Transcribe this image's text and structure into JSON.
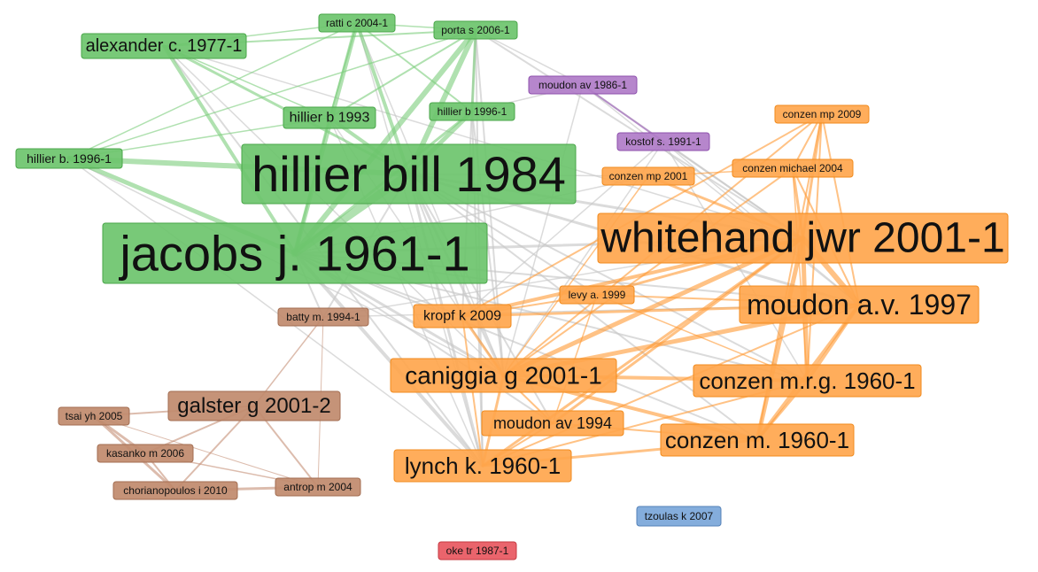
{
  "network": {
    "clusters": {
      "green": {
        "node": "#6cc46c",
        "edge": "#7ccd7c",
        "border": "#4aa64a"
      },
      "orange": {
        "node": "#ffa64d",
        "edge": "#ff9933",
        "border": "#f08a1c"
      },
      "purple": {
        "node": "#b07cc8",
        "edge": "#9a5ab8",
        "border": "#8e50ad"
      },
      "brown": {
        "node": "#c08a6c",
        "edge": "#c59076",
        "border": "#a36e52"
      },
      "blue": {
        "node": "#79a6d9",
        "edge": "#79a6d9",
        "border": "#5582b8"
      },
      "red": {
        "node": "#e8575f",
        "edge": "#e8575f",
        "border": "#c53a42"
      },
      "grey": {
        "edge": "#c8c8c8"
      }
    },
    "nodes": [
      {
        "id": "ratti",
        "label": "ratti c 2004-1",
        "cluster": "green"
      },
      {
        "id": "porta",
        "label": "porta s 2006-1",
        "cluster": "green"
      },
      {
        "id": "alexander",
        "label": "alexander c. 1977-1",
        "cluster": "green"
      },
      {
        "id": "hillierb93",
        "label": "hillier b 1993",
        "cluster": "green"
      },
      {
        "id": "hillierb96",
        "label": "hillier b 1996-1",
        "cluster": "green"
      },
      {
        "id": "hillierB96",
        "label": "hillier b. 1996-1",
        "cluster": "green"
      },
      {
        "id": "hillier84",
        "label": "hillier bill 1984",
        "cluster": "green"
      },
      {
        "id": "jacobs",
        "label": "jacobs j. 1961-1",
        "cluster": "green"
      },
      {
        "id": "moudon86",
        "label": "moudon av 1986-1",
        "cluster": "purple"
      },
      {
        "id": "kostof",
        "label": "kostof s. 1991-1",
        "cluster": "purple"
      },
      {
        "id": "conzen09",
        "label": "conzen mp 2009",
        "cluster": "orange"
      },
      {
        "id": "conzen01",
        "label": "conzen mp 2001",
        "cluster": "orange"
      },
      {
        "id": "conzenm04",
        "label": "conzen michael 2004",
        "cluster": "orange"
      },
      {
        "id": "whitehand",
        "label": "whitehand jwr 2001-1",
        "cluster": "orange"
      },
      {
        "id": "levy",
        "label": "levy a. 1999",
        "cluster": "orange"
      },
      {
        "id": "kropf",
        "label": "kropf k 2009",
        "cluster": "orange"
      },
      {
        "id": "moudon97",
        "label": "moudon a.v. 1997",
        "cluster": "orange"
      },
      {
        "id": "caniggia",
        "label": "caniggia g 2001-1",
        "cluster": "orange"
      },
      {
        "id": "conzenmrg",
        "label": "conzen m.r.g. 1960-1",
        "cluster": "orange"
      },
      {
        "id": "moudon94",
        "label": "moudon av 1994",
        "cluster": "orange"
      },
      {
        "id": "conzenm60",
        "label": "conzen m. 1960-1",
        "cluster": "orange"
      },
      {
        "id": "lynch",
        "label": "lynch k. 1960-1",
        "cluster": "orange"
      },
      {
        "id": "batty",
        "label": "batty m. 1994-1",
        "cluster": "brown"
      },
      {
        "id": "galster",
        "label": "galster g 2001-2",
        "cluster": "brown"
      },
      {
        "id": "tsai",
        "label": "tsai yh 2005",
        "cluster": "brown"
      },
      {
        "id": "kasanko",
        "label": "kasanko m 2006",
        "cluster": "brown"
      },
      {
        "id": "chorian",
        "label": "chorianopoulos i 2010",
        "cluster": "brown"
      },
      {
        "id": "antrop",
        "label": "antrop m 2004",
        "cluster": "brown"
      },
      {
        "id": "tzoulas",
        "label": "tzoulas k 2007",
        "cluster": "blue"
      },
      {
        "id": "oke",
        "label": "oke tr 1987-1",
        "cluster": "red"
      }
    ],
    "edges": [
      [
        "hillier84",
        "jacobs",
        "green",
        9
      ],
      [
        "hillier84",
        "hillierB96",
        "green",
        6
      ],
      [
        "jacobs",
        "hillierB96",
        "green",
        5
      ],
      [
        "hillier84",
        "alexander",
        "green",
        3
      ],
      [
        "jacobs",
        "alexander",
        "green",
        4
      ],
      [
        "hillier84",
        "porta",
        "green",
        6
      ],
      [
        "jacobs",
        "porta",
        "green",
        6
      ],
      [
        "hillier84",
        "ratti",
        "green",
        4
      ],
      [
        "jacobs",
        "ratti",
        "green",
        5
      ],
      [
        "hillier84",
        "hillierb93",
        "green",
        4
      ],
      [
        "jacobs",
        "hillierb93",
        "green",
        3
      ],
      [
        "hillier84",
        "hillierb96",
        "green",
        5
      ],
      [
        "jacobs",
        "hillierb96",
        "green",
        3
      ],
      [
        "alexander",
        "porta",
        "green",
        2
      ],
      [
        "alexander",
        "ratti",
        "green",
        1.5
      ],
      [
        "hillierB96",
        "porta",
        "green",
        1.5
      ],
      [
        "hillierB96",
        "ratti",
        "green",
        1.5
      ],
      [
        "hillierb93",
        "porta",
        "green",
        2
      ],
      [
        "hillierb93",
        "ratti",
        "green",
        2
      ],
      [
        "hillierb96",
        "porta",
        "green",
        3
      ],
      [
        "hillierb96",
        "ratti",
        "green",
        2
      ],
      [
        "porta",
        "ratti",
        "green",
        1.5
      ],
      [
        "alexander",
        "hillierb93",
        "green",
        1.5
      ],
      [
        "hillierB96",
        "hillierb93",
        "green",
        1.5
      ],
      [
        "moudon86",
        "kostof",
        "purple",
        2
      ],
      [
        "whitehand",
        "moudon97",
        "orange",
        6
      ],
      [
        "whitehand",
        "conzenmrg",
        "orange",
        5
      ],
      [
        "whitehand",
        "conzenm60",
        "orange",
        5
      ],
      [
        "whitehand",
        "caniggia",
        "orange",
        5
      ],
      [
        "whitehand",
        "kropf",
        "orange",
        4
      ],
      [
        "whitehand",
        "conzen09",
        "orange",
        3
      ],
      [
        "whitehand",
        "conzenm04",
        "orange",
        3
      ],
      [
        "whitehand",
        "conzen01",
        "orange",
        3
      ],
      [
        "whitehand",
        "levy",
        "orange",
        3
      ],
      [
        "whitehand",
        "moudon94",
        "orange",
        3
      ],
      [
        "whitehand",
        "lynch",
        "orange",
        3
      ],
      [
        "moudon97",
        "caniggia",
        "orange",
        5
      ],
      [
        "moudon97",
        "conzenmrg",
        "orange",
        4
      ],
      [
        "moudon97",
        "conzenm60",
        "orange",
        4
      ],
      [
        "moudon97",
        "kropf",
        "orange",
        3
      ],
      [
        "moudon97",
        "conzen09",
        "orange",
        2
      ],
      [
        "moudon97",
        "conzenm04",
        "orange",
        2
      ],
      [
        "moudon97",
        "levy",
        "orange",
        2
      ],
      [
        "caniggia",
        "conzenmrg",
        "orange",
        4
      ],
      [
        "caniggia",
        "conzenm60",
        "orange",
        4
      ],
      [
        "caniggia",
        "kropf",
        "orange",
        3
      ],
      [
        "caniggia",
        "lynch",
        "orange",
        3
      ],
      [
        "caniggia",
        "moudon94",
        "orange",
        2
      ],
      [
        "conzenmrg",
        "conzenm60",
        "orange",
        3
      ],
      [
        "conzenmrg",
        "conzen09",
        "orange",
        2
      ],
      [
        "conzenm60",
        "conzen09",
        "orange",
        2
      ],
      [
        "conzenm60",
        "lynch",
        "orange",
        3
      ],
      [
        "conzenm60",
        "moudon94",
        "orange",
        2
      ],
      [
        "lynch",
        "moudon94",
        "orange",
        2
      ],
      [
        "lynch",
        "kropf",
        "orange",
        2
      ],
      [
        "lynch",
        "moudon97",
        "orange",
        2
      ],
      [
        "lynch",
        "conzenmrg",
        "orange",
        2
      ],
      [
        "kropf",
        "levy",
        "orange",
        2
      ],
      [
        "kropf",
        "conzen09",
        "orange",
        2
      ],
      [
        "conzen09",
        "conzenm04",
        "orange",
        2
      ],
      [
        "conzen01",
        "conzenm04",
        "orange",
        1.5
      ],
      [
        "conzen09",
        "caniggia",
        "orange",
        2
      ],
      [
        "conzenm04",
        "caniggia",
        "orange",
        2
      ],
      [
        "conzen01",
        "caniggia",
        "orange",
        1.5
      ],
      [
        "levy",
        "moudon94",
        "orange",
        1.5
      ],
      [
        "levy",
        "conzenmrg",
        "orange",
        1.5
      ],
      [
        "conzenm04",
        "conzenmrg",
        "orange",
        1.5
      ],
      [
        "galster",
        "tsai",
        "brown",
        2
      ],
      [
        "galster",
        "kasanko",
        "brown",
        2
      ],
      [
        "galster",
        "chorian",
        "brown",
        2
      ],
      [
        "galster",
        "antrop",
        "brown",
        2
      ],
      [
        "galster",
        "batty",
        "brown",
        1.5
      ],
      [
        "tsai",
        "kasanko",
        "brown",
        3
      ],
      [
        "tsai",
        "chorian",
        "brown",
        3
      ],
      [
        "kasanko",
        "chorian",
        "brown",
        2
      ],
      [
        "kasanko",
        "antrop",
        "brown",
        1.5
      ],
      [
        "chorian",
        "antrop",
        "brown",
        3
      ],
      [
        "batty",
        "antrop",
        "brown",
        1
      ],
      [
        "tsai",
        "antrop",
        "brown",
        1
      ],
      [
        "hillier84",
        "whitehand",
        "grey",
        3
      ],
      [
        "hillier84",
        "moudon97",
        "grey",
        3
      ],
      [
        "hillier84",
        "caniggia",
        "grey",
        3
      ],
      [
        "hillier84",
        "lynch",
        "grey",
        3
      ],
      [
        "hillier84",
        "conzenmrg",
        "grey",
        2
      ],
      [
        "hillier84",
        "conzenm60",
        "grey",
        2
      ],
      [
        "hillier84",
        "kropf",
        "grey",
        2
      ],
      [
        "hillier84",
        "moudon94",
        "grey",
        2
      ],
      [
        "hillier84",
        "levy",
        "grey",
        2
      ],
      [
        "hillier84",
        "batty",
        "grey",
        2
      ],
      [
        "jacobs",
        "whitehand",
        "grey",
        3
      ],
      [
        "jacobs",
        "lynch",
        "grey",
        4
      ],
      [
        "jacobs",
        "caniggia",
        "grey",
        3
      ],
      [
        "jacobs",
        "moudon97",
        "grey",
        2
      ],
      [
        "jacobs",
        "kropf",
        "grey",
        2
      ],
      [
        "jacobs",
        "conzenmrg",
        "grey",
        2
      ],
      [
        "jacobs",
        "conzenm60",
        "grey",
        2
      ],
      [
        "jacobs",
        "moudon94",
        "grey",
        2
      ],
      [
        "jacobs",
        "batty",
        "grey",
        2
      ],
      [
        "jacobs",
        "levy",
        "grey",
        2
      ],
      [
        "porta",
        "whitehand",
        "grey",
        2
      ],
      [
        "porta",
        "caniggia",
        "grey",
        2
      ],
      [
        "porta",
        "lynch",
        "grey",
        2
      ],
      [
        "porta",
        "moudon86",
        "grey",
        1.5
      ],
      [
        "porta",
        "kropf",
        "grey",
        2
      ],
      [
        "ratti",
        "caniggia",
        "grey",
        1.5
      ],
      [
        "ratti",
        "lynch",
        "grey",
        1.5
      ],
      [
        "hillierb96",
        "caniggia",
        "grey",
        2
      ],
      [
        "hillierb96",
        "lynch",
        "grey",
        2
      ],
      [
        "hillierb96",
        "moudon86",
        "grey",
        1.5
      ],
      [
        "hillierb93",
        "lynch",
        "grey",
        1.5
      ],
      [
        "hillierb93",
        "caniggia",
        "grey",
        1.5
      ],
      [
        "alexander",
        "lynch",
        "grey",
        2
      ],
      [
        "alexander",
        "whitehand",
        "grey",
        1.5
      ],
      [
        "alexander",
        "caniggia",
        "grey",
        1.5
      ],
      [
        "hillierB96",
        "lynch",
        "grey",
        1.5
      ],
      [
        "hillierB96",
        "caniggia",
        "grey",
        1.5
      ],
      [
        "moudon86",
        "whitehand",
        "grey",
        2
      ],
      [
        "moudon86",
        "moudon97",
        "grey",
        1.5
      ],
      [
        "moudon86",
        "caniggia",
        "grey",
        1.5
      ],
      [
        "kostof",
        "whitehand",
        "grey",
        2
      ],
      [
        "kostof",
        "caniggia",
        "grey",
        1.5
      ],
      [
        "kostof",
        "conzenmrg",
        "grey",
        1.5
      ],
      [
        "kostof",
        "moudon97",
        "grey",
        1.5
      ],
      [
        "kostof",
        "kropf",
        "grey",
        1.5
      ],
      [
        "batty",
        "whitehand",
        "grey",
        1.5
      ],
      [
        "batty",
        "moudon97",
        "grey",
        1.5
      ],
      [
        "jacobs",
        "conzen01",
        "grey",
        1.5
      ],
      [
        "hillier84",
        "conzen01",
        "grey",
        1.5
      ]
    ]
  }
}
